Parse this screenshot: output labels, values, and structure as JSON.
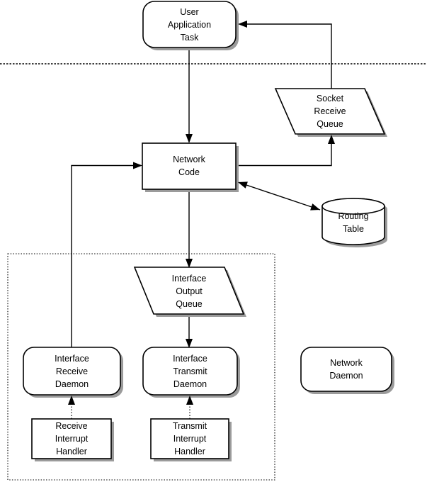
{
  "diagram": {
    "type": "flow-diagram",
    "background": "#ffffff",
    "colors": {
      "stroke": "#000000",
      "node_fill": "#ffffff",
      "shadow": "#9b9b9b",
      "text": "#000000"
    },
    "nodes": {
      "user_application_task": {
        "label": "User\nApplication\nTask",
        "shape": "rounded-rect"
      },
      "socket_receive_queue": {
        "label": "Socket\nReceive\nQueue",
        "shape": "parallelogram"
      },
      "network_code": {
        "label": "Network\nCode",
        "shape": "rect"
      },
      "routing_table": {
        "label": "Routing\nTable",
        "shape": "cylinder"
      },
      "interface_output_queue": {
        "label": "Interface\nOutput\nQueue",
        "shape": "parallelogram"
      },
      "interface_receive_daemon": {
        "label": "Interface\nReceive\nDaemon",
        "shape": "rounded-rect"
      },
      "interface_transmit_daemon": {
        "label": "Interface\nTransmit\nDaemon",
        "shape": "rounded-rect"
      },
      "network_daemon": {
        "label": "Network\nDaemon",
        "shape": "rounded-rect"
      },
      "receive_interrupt_handler": {
        "label": "Receive\nInterrupt\nHandler",
        "shape": "rect"
      },
      "transmit_interrupt_handler": {
        "label": "Transmit\nInterrupt\nHandler",
        "shape": "rect"
      }
    },
    "edges": [
      {
        "from": "socket_receive_queue",
        "to": "user_application_task",
        "style": "solid",
        "arrow": "end"
      },
      {
        "from": "user_application_task",
        "to": "network_code",
        "style": "solid",
        "arrow": "end"
      },
      {
        "from": "interface_receive_daemon",
        "to": "network_code",
        "style": "solid",
        "arrow": "end"
      },
      {
        "from": "network_code",
        "to": "socket_receive_queue",
        "style": "solid",
        "arrow": "end"
      },
      {
        "from": "network_code",
        "to": "routing_table",
        "style": "solid",
        "arrow": "both"
      },
      {
        "from": "network_code",
        "to": "interface_output_queue",
        "style": "solid",
        "arrow": "end"
      },
      {
        "from": "interface_output_queue",
        "to": "interface_transmit_daemon",
        "style": "solid",
        "arrow": "end"
      },
      {
        "from": "receive_interrupt_handler",
        "to": "interface_receive_daemon",
        "style": "dotted",
        "arrow": "end"
      },
      {
        "from": "transmit_interrupt_handler",
        "to": "interface_transmit_daemon",
        "style": "dotted",
        "arrow": "end"
      }
    ],
    "separators": {
      "horizontal_dotted_divider": {
        "style": "dotted",
        "orientation": "horizontal"
      },
      "dotted_boundary_box": {
        "style": "dotted",
        "orientation": "rectangle"
      }
    }
  }
}
